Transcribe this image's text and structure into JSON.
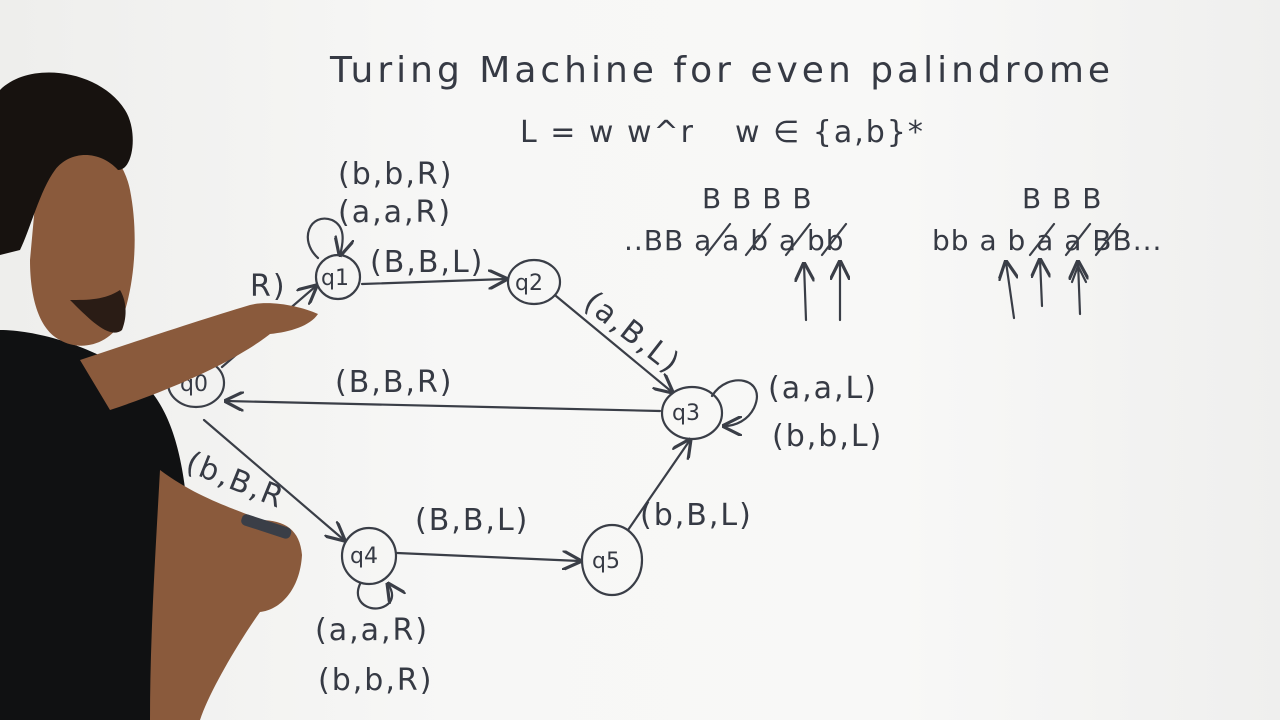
{
  "board": {
    "title": "Turing Machine for even palindrome",
    "language": "L = w w^r",
    "alphabet": "w ∈ {a,b}*"
  },
  "states": {
    "q0": "q0",
    "q1": "q1",
    "q2": "q2",
    "q3": "q3",
    "q4": "q4",
    "q5": "q5"
  },
  "transitions": {
    "q1_loop_b": "(b,b,R)",
    "q1_loop_a": "(a,a,R)",
    "q1_q2": "(B,B,L)",
    "q2_q3": "(a,B,L)",
    "q3_loop_a": "(a,a,L)",
    "q3_loop_b": "(b,b,L)",
    "q3_q0": "(B,B,R)",
    "q0_q1_partial": "R)",
    "q0_q4_partial": "(b,B,R",
    "q4_q5": "(B,B,L)",
    "q5_q3": "(b,B,L)",
    "q4_loop_a": "(a,a,R)",
    "q4_loop_b": "(b,b,R)"
  },
  "tape_example": {
    "marks_left": "B B B B",
    "tape_left": "..BB a a b a bb",
    "marks_right": "B B B",
    "tape_right": "bb a b a a BB..."
  }
}
